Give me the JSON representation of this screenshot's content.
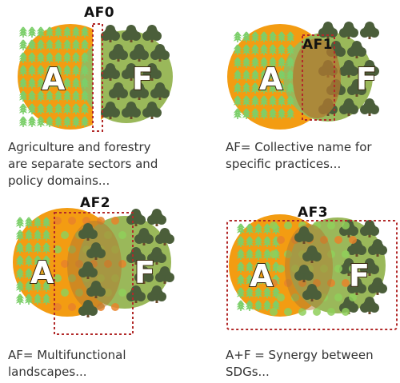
{
  "colors": {
    "agriculture": "#f39c12",
    "forestry": "#9ab85a",
    "overlap": "#b07a30",
    "tree_canopy": "#4b5e3a",
    "crop": "#7ccf6a",
    "dashed_border": "#b22a2a"
  },
  "panels": [
    {
      "tag": "AF0",
      "left_letter": "A",
      "right_letter": "F",
      "caption_lines": [
        "Agriculture and forestry",
        "are separate sectors and",
        "policy domains..."
      ]
    },
    {
      "tag": "AF1",
      "left_letter": "A",
      "right_letter": "F",
      "caption_lines": [
        "AF= Collective name for",
        "specific practices..."
      ]
    },
    {
      "tag": "AF2",
      "left_letter": "A",
      "right_letter": "F",
      "caption_lines": [
        "AF= Multifunctional",
        "landscapes..."
      ]
    },
    {
      "tag": "AF3",
      "left_letter": "A",
      "right_letter": "F",
      "caption_lines": [
        "A+F = Synergy between",
        "SDGs..."
      ]
    }
  ]
}
